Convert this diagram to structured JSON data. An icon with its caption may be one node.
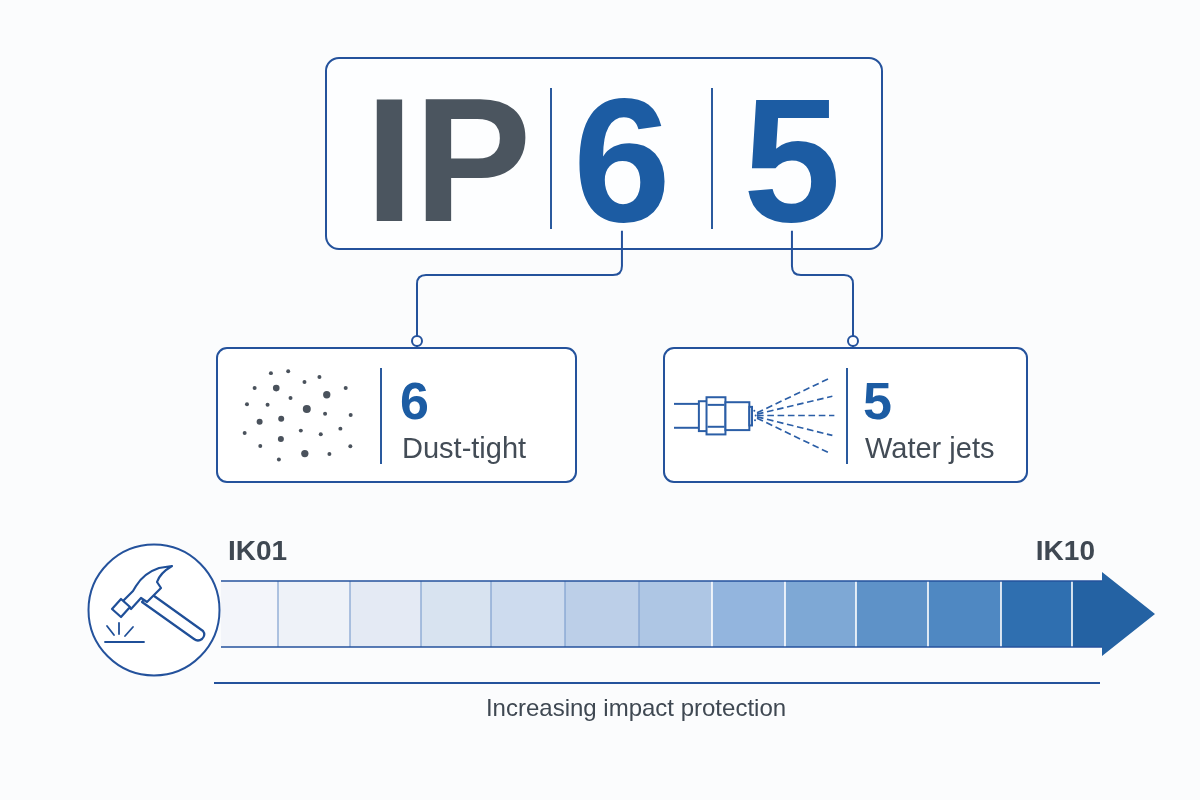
{
  "diagram": {
    "nodes": [
      {
        "text": [
          "IP"
        ]
      },
      {
        "text": [
          "6"
        ],
        "in": 0
      },
      {
        "text": [
          "5"
        ],
        "in": 0
      },
      {
        "text": [
          "6",
          "Dust-tight"
        ]
      },
      {
        "text": [
          "5",
          "Water jets"
        ]
      }
    ],
    "edges": [
      {
        "from": 1,
        "to": 3,
        "arrow": "other"
      },
      {
        "from": 2,
        "to": 4,
        "arrow": "other"
      }
    ],
    "labels": [
      "IK01",
      "IK10",
      "Increasing impact protection"
    ]
  }
}
